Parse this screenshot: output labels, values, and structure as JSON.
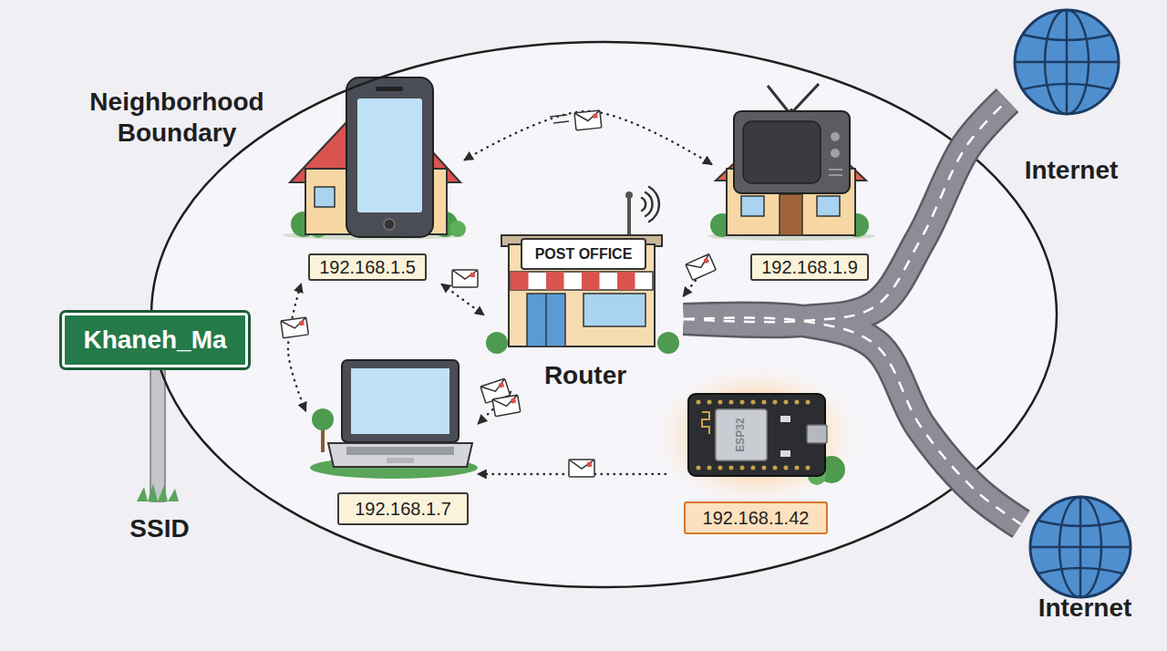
{
  "diagram": {
    "nodes": [
      {
        "text": [
          "Neighborhood Boundary"
        ]
      },
      {
        "text": [
          "192.168.1.5"
        ],
        "in": 0
      },
      {
        "text": [
          "192.168.1.9"
        ],
        "in": 0
      },
      {
        "text": [
          "POST OFFICE",
          "Router"
        ],
        "in": 0
      },
      {
        "text": [
          "192.168.1.7"
        ],
        "in": 0
      },
      {
        "text": [
          "ESP32",
          "192.168.1.42"
        ],
        "in": 0
      },
      {
        "text": [
          "Khaneh_Ma",
          "SSID"
        ]
      },
      {
        "text": [
          "Internet"
        ]
      },
      {
        "text": [
          "Internet"
        ]
      }
    ],
    "edges": [
      {
        "from": 1,
        "to": 2,
        "arrow": "both"
      },
      {
        "from": 1,
        "to": 3,
        "arrow": "both"
      },
      {
        "from": 2,
        "to": 3,
        "arrow": "both"
      },
      {
        "from": 4,
        "to": 3,
        "arrow": "both"
      },
      {
        "from": 4,
        "to": 1,
        "arrow": "both"
      },
      {
        "from": 5,
        "to": 4,
        "arrow": "to"
      },
      {
        "from": 3,
        "to": 7,
        "arrow": "none"
      },
      {
        "from": 3,
        "to": 8,
        "arrow": "none"
      }
    ]
  }
}
